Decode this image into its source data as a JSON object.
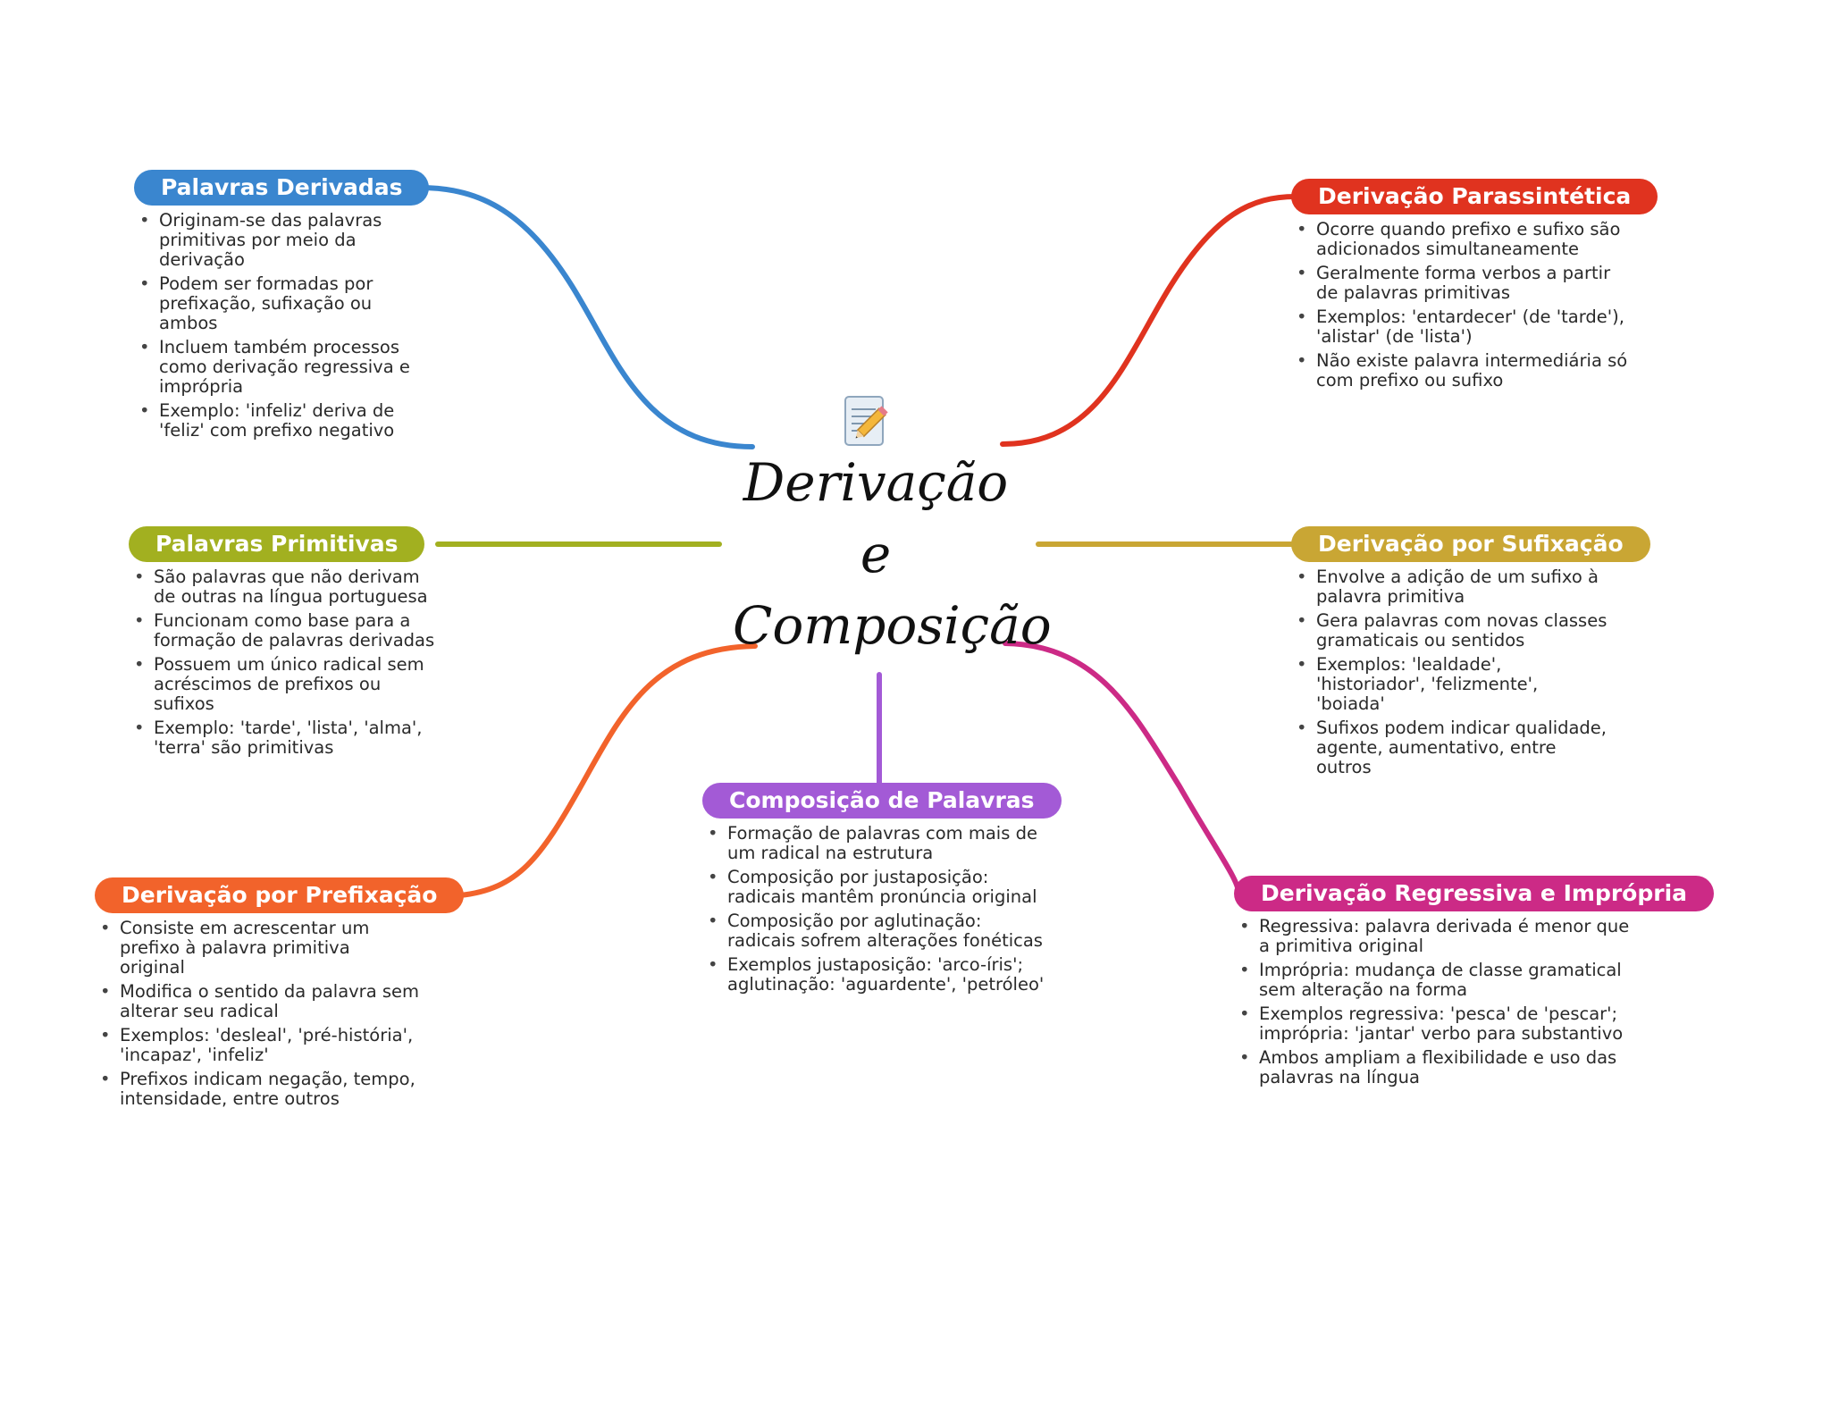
{
  "center": {
    "icon": "memo-pencil-icon",
    "title_line1": "Derivação",
    "title_line2": "e",
    "title_line3": "Composição"
  },
  "branches": {
    "palavras_derivadas": {
      "title": "Palavras Derivadas",
      "color": "#3a86cf",
      "items": [
        "Originam-se das palavras primitivas por meio da derivação",
        "Podem ser formadas por prefixação, sufixação ou ambos",
        "Incluem também processos como derivação regressiva e imprópria",
        "Exemplo: 'infeliz' deriva de 'feliz' com prefixo negativo"
      ]
    },
    "palavras_primitivas": {
      "title": "Palavras Primitivas",
      "color": "#a2b020",
      "items": [
        "São palavras que não derivam de outras na língua portuguesa",
        "Funcionam como base para a formação de palavras derivadas",
        "Possuem um único radical sem acréscimos de prefixos ou sufixos",
        "Exemplo: 'tarde', 'lista', 'alma', 'terra' são primitivas"
      ]
    },
    "derivacao_prefixacao": {
      "title": "Derivação por Prefixação",
      "color": "#f2632b",
      "items": [
        "Consiste em acrescentar um prefixo à palavra primitiva original",
        "Modifica o sentido da palavra sem alterar seu radical",
        "Exemplos: 'desleal', 'pré-história', 'incapaz', 'infeliz'",
        "Prefixos indicam negação, tempo, intensidade, entre outros"
      ]
    },
    "composicao_palavras": {
      "title": "Composição de Palavras",
      "color": "#a35ad6",
      "items": [
        "Formação de palavras com mais de um radical na estrutura",
        "Composição por justaposição: radicais mantêm pronúncia original",
        "Composição por aglutinação: radicais sofrem alterações fonéticas",
        "Exemplos justaposição: 'arco-íris'; aglutinação: 'aguardente', 'petróleo'"
      ]
    },
    "derivacao_parassintetica": {
      "title": "Derivação Parassintética",
      "color": "#e0331f",
      "items": [
        "Ocorre quando prefixo e sufixo são adicionados simultaneamente",
        "Geralmente forma verbos a partir de palavras primitivas",
        "Exemplos: 'entardecer' (de 'tarde'), 'alistar' (de 'lista')",
        "Não existe palavra intermediária só com prefixo ou sufixo"
      ]
    },
    "derivacao_sufixacao": {
      "title": "Derivação por Sufixação",
      "color": "#c9a634",
      "items": [
        "Envolve a adição de um sufixo à palavra primitiva",
        "Gera palavras com novas classes gramaticais ou sentidos",
        "Exemplos: 'lealdade', 'historiador', 'felizmente', 'boiada'",
        "Sufixos podem indicar qualidade, agente, aumentativo, entre outros"
      ]
    },
    "derivacao_regressiva": {
      "title": "Derivação Regressiva e Imprópria",
      "color": "#cc2a86",
      "items": [
        "Regressiva: palavra derivada é menor que a primitiva original",
        "Imprópria: mudança de classe gramatical sem alteração na forma",
        "Exemplos regressiva: 'pesca' de 'pescar'; imprópria: 'jantar' verbo para substantivo",
        "Ambos ampliam a flexibilidade e uso das palavras na língua"
      ]
    }
  }
}
